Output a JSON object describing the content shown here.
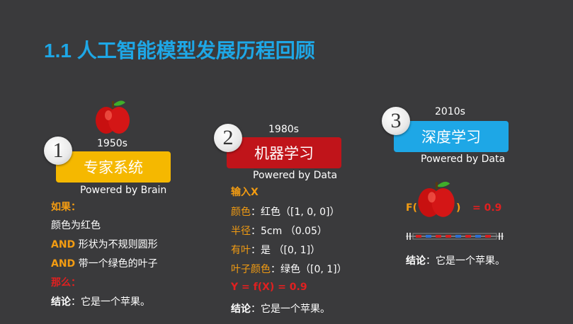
{
  "title": "1.1 人工智能模型发展历程回顾",
  "col1": {
    "number": "1",
    "year": "1950s",
    "label": "专家系统",
    "powered": "Powered by Brain",
    "if_label": "如果：",
    "line1": "颜色为红色",
    "and1_kw": "AND",
    "and1_text": " 形状为不规则圆形",
    "and2_kw": "AND",
    "and2_text": " 带一个绿色的叶子",
    "then_label": "那么：",
    "conclusion_kw": "结论",
    "conclusion_text": "：它是一个苹果。",
    "box_color": "#f5b800"
  },
  "col2": {
    "number": "2",
    "year": "1980s",
    "label": "机器学习",
    "powered": "Powered by Data",
    "input_label": "输入X",
    "f1_name": "颜色",
    "f1_value": "：红色（[1, 0, 0]）",
    "f2_name": "半径",
    "f2_value": "：5cm （0.05）",
    "f3_name": "有叶",
    "f3_value": "：是 （[0, 1]）",
    "f4_name": "叶子颜色",
    "f4_value": "：绿色（[0, 1]）",
    "formula": "Y = f(X) = 0.9",
    "conclusion_kw": "结论",
    "conclusion_text": "：它是一个苹果。",
    "box_color": "#c0141a"
  },
  "col3": {
    "number": "3",
    "year": "2010s",
    "label": "深度学习",
    "powered": "Powered by Data",
    "f_open": "F(",
    "f_close": ")",
    "f_result": "= 0.9",
    "conclusion_kw": "结论",
    "conclusion_text": "：它是一个苹果。",
    "box_color": "#1ea7e6"
  }
}
